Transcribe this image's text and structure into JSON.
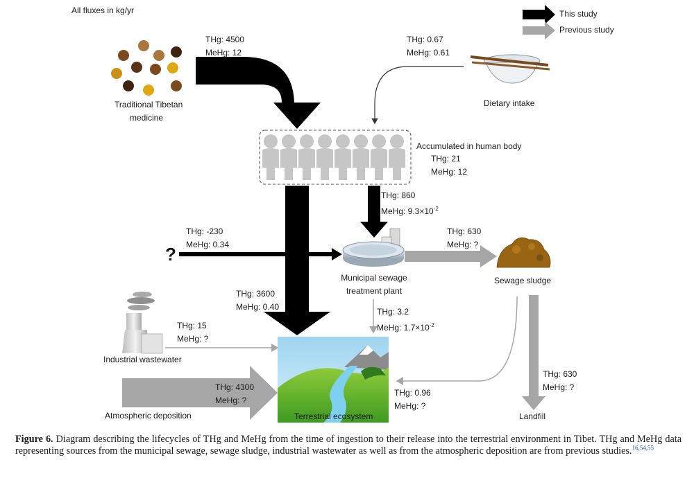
{
  "header_note": "All fluxes in kg/yr",
  "legend": {
    "this_study": "This study",
    "previous_study": "Previous study"
  },
  "colors": {
    "this_study": "#000000",
    "previous_study": "#a6a6a6",
    "medicine_dots": [
      "#7a4a1e",
      "#a9773d",
      "#5a3215",
      "#c99018",
      "#e0a80f"
    ]
  },
  "nodes": {
    "medicine": {
      "label_1": "Traditional Tibetan",
      "label_2": "medicine",
      "icon": "medicine-pills-icon"
    },
    "dietary": {
      "label": "Dietary intake",
      "icon": "bowl-chopsticks-icon"
    },
    "human_body": {
      "label": "Accumulated in human body",
      "thg": "THg: 21",
      "mehg": "MeHg: 12",
      "icon": "people-group-icon"
    },
    "sewage_plant": {
      "label_1": "Municipal sewage",
      "label_2": "treatment plant",
      "icon": "sewage-tank-icon"
    },
    "sludge": {
      "label": "Sewage sludge",
      "icon": "sludge-pile-icon"
    },
    "industrial": {
      "label": "Industrial wastewater",
      "icon": "factory-icon"
    },
    "atmospheric": {
      "label": "Atmospheric deposition"
    },
    "terrestrial": {
      "label": "Terrestrial ecosystem",
      "icon": "landscape-icon"
    },
    "landfill": {
      "label": "Landfill"
    },
    "unknown_source": {
      "label": "?"
    }
  },
  "fluxes": {
    "medicine_to_body": {
      "thg": "THg: 4500",
      "mehg": "MeHg: 12"
    },
    "diet_to_body": {
      "thg": "THg: 0.67",
      "mehg": "MeHg: 0.61"
    },
    "body_to_plant": {
      "thg": "THg: 860",
      "mehg_prefix": "MeHg: 9.3",
      "mehg_times": "×",
      "mehg_base": "10",
      "mehg_exp": "-2"
    },
    "unknown_to_plant": {
      "thg": "THg: -230",
      "mehg": "MeHg: 0.34"
    },
    "plant_to_sludge": {
      "thg": "THg: 630",
      "mehg": "MeHg: ?"
    },
    "body_to_ecosystem": {
      "thg": "THg: 3600",
      "mehg": "MeHg: 0.40"
    },
    "plant_to_ecosystem": {
      "thg": "THg: 3.2",
      "mehg_prefix": "MeHg: 1.7",
      "mehg_times": "×",
      "mehg_base": "10",
      "mehg_exp": "-2"
    },
    "industrial_to_ecosystem": {
      "thg": "THg: 15",
      "mehg": "MeHg: ?"
    },
    "atmospheric_to_ecosystem": {
      "thg": "THg: 4300",
      "mehg": "MeHg: ?"
    },
    "sludge_to_ecosystem": {
      "thg": "THg: 0.96",
      "mehg": "MeHg: ?"
    },
    "sludge_to_landfill": {
      "thg": "THg: 630",
      "mehg": "MeHg: ?"
    }
  },
  "caption": {
    "label": "Figure 6.",
    "text": " Diagram describing the lifecycles of THg and MeHg from the time of ingestion to their release into the terrestrial environment in Tibet. THg and MeHg data representing sources from the municipal sewage, sewage sludge, industrial wastewater as well as from the atmospheric deposition are from previous studies.",
    "refs": "16,54,55"
  }
}
